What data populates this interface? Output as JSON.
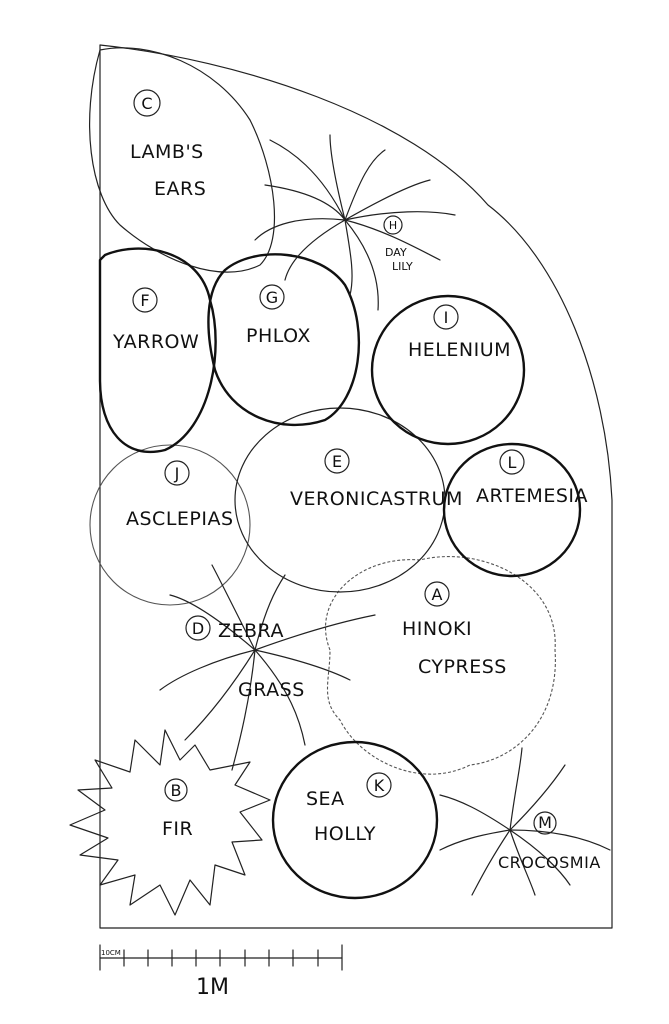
{
  "plants": {
    "A": {
      "letter": "A",
      "name1": "HINOKI",
      "name2": "CYPRESS"
    },
    "B": {
      "letter": "B",
      "name1": "FIR"
    },
    "C": {
      "letter": "C",
      "name1": "LAMB'S",
      "name2": "EARS"
    },
    "D": {
      "letter": "D",
      "name1": "ZEBRA",
      "name2": "GRASS"
    },
    "E": {
      "letter": "E",
      "name1": "VERONICASTRUM"
    },
    "F": {
      "letter": "F",
      "name1": "YARROW"
    },
    "G": {
      "letter": "G",
      "name1": "PHLOX"
    },
    "H": {
      "letter": "H",
      "name1": "DAY",
      "name2": "LILY"
    },
    "I": {
      "letter": "I",
      "name1": "HELENIUM"
    },
    "J": {
      "letter": "J",
      "name1": "ASCLEPIAS"
    },
    "K": {
      "letter": "K",
      "name1": "SEA",
      "name2": "HOLLY"
    },
    "L": {
      "letter": "L",
      "name1": "ARTEMESIA"
    },
    "M": {
      "letter": "M",
      "name1": "CROCOSMIA"
    }
  },
  "scale": {
    "small_label": "10CM",
    "label": "1M"
  }
}
